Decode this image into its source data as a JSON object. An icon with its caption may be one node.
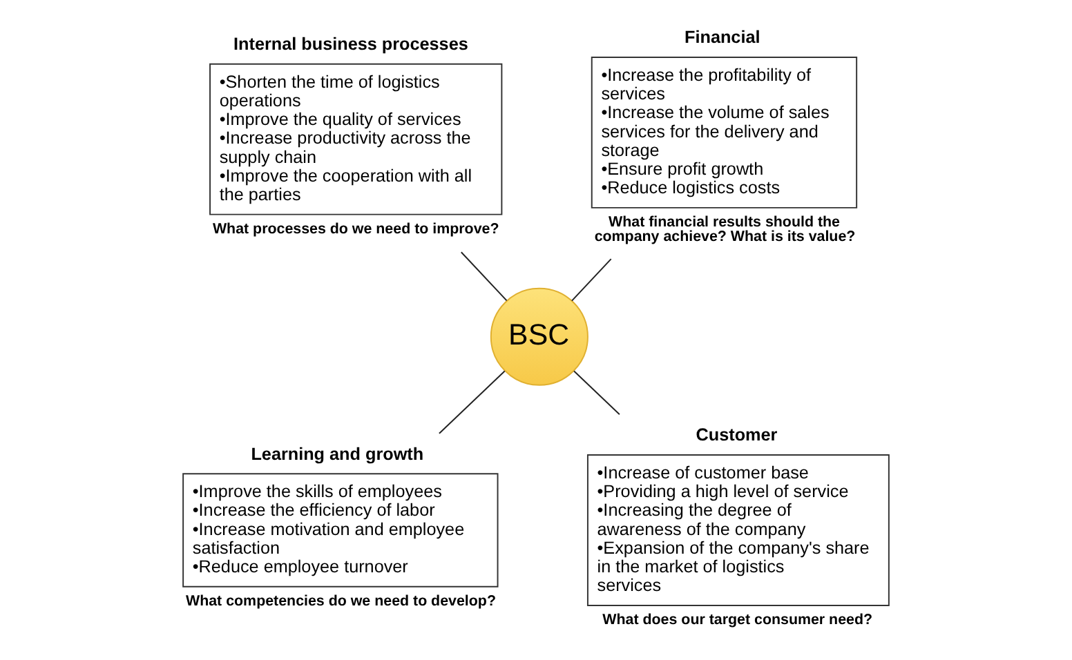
{
  "diagram": {
    "nodes": [
      {
        "text": [
          "BSC"
        ]
      },
      {
        "text": [
          "Internal business processes",
          "•Shorten the time of logistics operations",
          "•Improve the quality of services",
          "•Increase productivity across the supply chain",
          "•Improve the cooperation with all the parties"
        ],
        "beside": [
          "What processes do we need to improve?"
        ]
      },
      {
        "text": [
          "Financial",
          "•Increase the profitability of services",
          "•Increase the volume of sales services for the delivery and storage",
          "•Ensure profit growth",
          "•Reduce logistics costs"
        ],
        "beside": [
          "What financial results should the company achieve? What is its value?"
        ]
      },
      {
        "text": [
          "Learning and growth",
          "•Improve the skills of employees",
          "•Increase the efficiency of labor",
          "•Increase motivation and employee satisfaction",
          "•Reduce employee turnover"
        ],
        "beside": [
          "What competencies do we need to develop?"
        ]
      },
      {
        "text": [
          "Customer",
          "•Increase of customer base",
          "•Providing a high level of service",
          "•Increasing the degree of awareness of the company",
          "•Expansion of the company's share in the market of logistics services"
        ],
        "beside": [
          "What does our target consumer need?"
        ]
      }
    ],
    "edges": [
      {
        "from": 1,
        "to": 0,
        "arrow": "none"
      },
      {
        "from": 2,
        "to": 0,
        "arrow": "none"
      },
      {
        "from": 0,
        "to": 3,
        "arrow": "none"
      },
      {
        "from": 0,
        "to": 4,
        "arrow": "none"
      }
    ]
  }
}
